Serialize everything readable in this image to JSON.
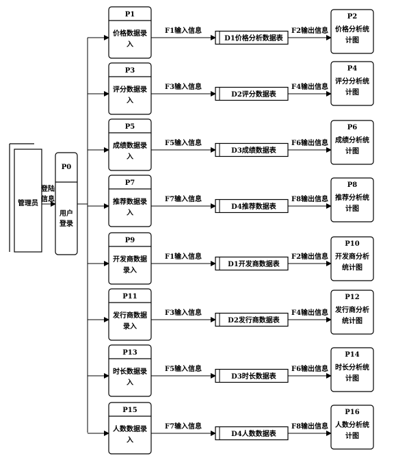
{
  "entity": {
    "label": "管理员"
  },
  "login_flow": {
    "line1": "登陆",
    "line2": "信息"
  },
  "p0": {
    "id": "P0",
    "line1": "用户",
    "line2": "登录"
  },
  "rows": [
    {
      "entry": {
        "id": "P1",
        "line1": "价格数据录",
        "line2": "入"
      },
      "in_flow": "F1输入信息",
      "store": "D1价格分析数据表",
      "out_flow": "F2输出信息",
      "chart": {
        "id": "P2",
        "line1": "价格分析统",
        "line2": "计图"
      }
    },
    {
      "entry": {
        "id": "P3",
        "line1": "评分数据录",
        "line2": "入"
      },
      "in_flow": "F3输入信息",
      "store": "D2评分数据表",
      "out_flow": "F4输出信息",
      "chart": {
        "id": "P4",
        "line1": "评分分析统",
        "line2": "计图"
      }
    },
    {
      "entry": {
        "id": "P5",
        "line1": "成绩数据录",
        "line2": "入"
      },
      "in_flow": "F5输入信息",
      "store": "D3成绩数据表",
      "out_flow": "F6输出信息",
      "chart": {
        "id": "P6",
        "line1": "成绩分析统",
        "line2": "计图"
      }
    },
    {
      "entry": {
        "id": "P7",
        "line1": "推荐数据录",
        "line2": "入"
      },
      "in_flow": "F7输入信息",
      "store": "D4推荐数据表",
      "out_flow": "F8输出信息",
      "chart": {
        "id": "P8",
        "line1": "推荐分析统",
        "line2": "计图"
      }
    },
    {
      "entry": {
        "id": "P9",
        "line1": "开发商数据",
        "line2": "录入"
      },
      "in_flow": "F1输入信息",
      "store": "D1开发商数据表",
      "out_flow": "F2输出信息",
      "chart": {
        "id": "P10",
        "line1": "开发商分析",
        "line2": "统计图"
      }
    },
    {
      "entry": {
        "id": "P11",
        "line1": "发行商数据",
        "line2": "录入"
      },
      "in_flow": "F3输入信息",
      "store": "D2发行商数据表",
      "out_flow": "F4输出信息",
      "chart": {
        "id": "P12",
        "line1": "发行商分析",
        "line2": "统计图"
      }
    },
    {
      "entry": {
        "id": "P13",
        "line1": "时长数据录",
        "line2": "入"
      },
      "in_flow": "F5输入信息",
      "store": "D3时长数据表",
      "out_flow": "F6输出信息",
      "chart": {
        "id": "P14",
        "line1": "时长分析统",
        "line2": "计图"
      }
    },
    {
      "entry": {
        "id": "P15",
        "line1": "人数数据录",
        "line2": "入"
      },
      "in_flow": "F7输入信息",
      "store": "D4人数数据表",
      "out_flow": "F8输出信息",
      "chart": {
        "id": "P16",
        "line1": "人数分析统",
        "line2": "计图"
      }
    }
  ]
}
